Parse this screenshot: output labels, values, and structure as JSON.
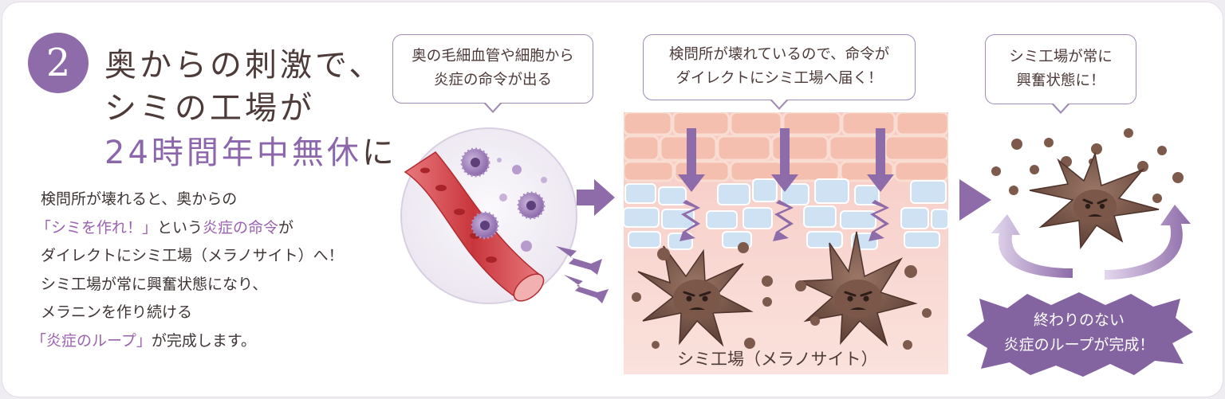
{
  "colors": {
    "accent_purple": "#8b66ab",
    "text_brown": "#4d3b3a",
    "highlight": "#9b62b0",
    "melanocyte_brown": "#6e4f45",
    "vessel_red": "#c9393d"
  },
  "step": {
    "number": "2",
    "heading_line1": "奥からの刺激で、",
    "heading_line2": "シミの工場が",
    "heading_line3_accent": "24時間年中無休",
    "heading_line3_suffix": "に"
  },
  "body": {
    "line1": "検問所が壊れると、奥からの",
    "line2_bracket": "「シミを作れ！」",
    "line2_mid": "という",
    "line2_accent": "炎症の命令",
    "line2_end": "が",
    "line3": "ダイレクトにシミ工場（メラノサイト）へ！",
    "line4": "シミ工場が常に興奮状態になり、",
    "line5": "メラニンを作り続ける",
    "line6_accent": "「炎症のループ」",
    "line6_end": "が完成します。"
  },
  "bubbles": {
    "b1_line1": "奥の毛細血管や細胞から",
    "b1_line2": "炎症の命令が出る",
    "b2_line1": "検問所が壊れているので、命令が",
    "b2_line2": "ダイレクトにシミ工場へ届く！",
    "b3_line1": "シミ工場が常に",
    "b3_line2": "興奮状態に！"
  },
  "skin_label": "シミ工場（メラノサイト）",
  "loop_badge": {
    "line1": "終わりのない",
    "line2": "炎症のループが完成！"
  },
  "icons": [
    "inflammation-cell-icon",
    "blood-vessel-icon",
    "lightning-icon",
    "melanocyte-icon",
    "melanin-granule-icon",
    "arrow-right-icon",
    "loop-arrow-icon"
  ]
}
